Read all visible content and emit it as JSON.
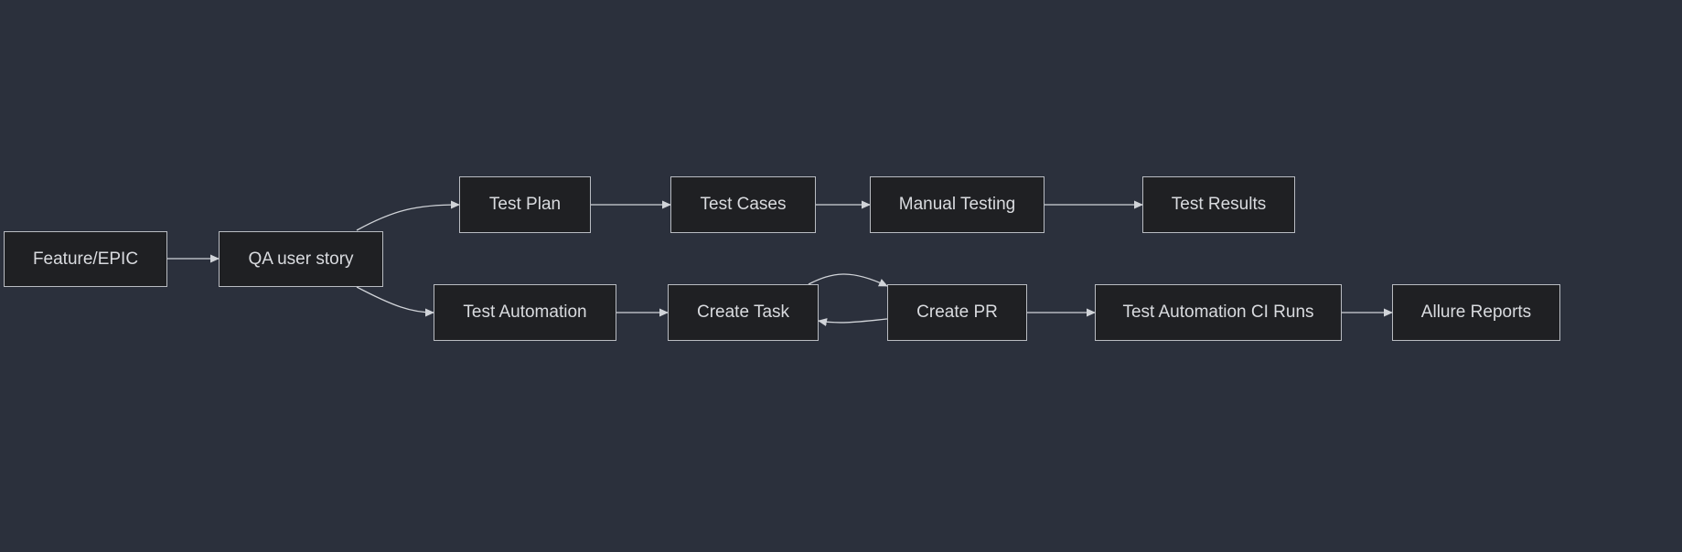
{
  "nodes": {
    "feature_epic": "Feature/EPIC",
    "qa_user_story": "QA user story",
    "test_plan": "Test Plan",
    "test_cases": "Test Cases",
    "manual_testing": "Manual Testing",
    "test_results": "Test Results",
    "test_automation": "Test Automation",
    "create_task": "Create Task",
    "create_pr": "Create PR",
    "test_automation_ci_runs": "Test Automation CI Runs",
    "allure_reports": "Allure Reports"
  },
  "edges": [
    {
      "from": "feature_epic",
      "to": "qa_user_story"
    },
    {
      "from": "qa_user_story",
      "to": "test_plan"
    },
    {
      "from": "qa_user_story",
      "to": "test_automation"
    },
    {
      "from": "test_plan",
      "to": "test_cases"
    },
    {
      "from": "test_cases",
      "to": "manual_testing"
    },
    {
      "from": "manual_testing",
      "to": "test_results"
    },
    {
      "from": "test_automation",
      "to": "create_task"
    },
    {
      "from": "create_task",
      "to": "create_pr"
    },
    {
      "from": "create_pr",
      "to": "create_task"
    },
    {
      "from": "create_pr",
      "to": "test_automation_ci_runs"
    },
    {
      "from": "test_automation_ci_runs",
      "to": "allure_reports"
    }
  ],
  "colors": {
    "background": "#2b303c",
    "node_fill": "#1f2023",
    "node_border": "#b9bcc2",
    "text": "#d9dbdf",
    "edge": "#d0d3d8"
  }
}
